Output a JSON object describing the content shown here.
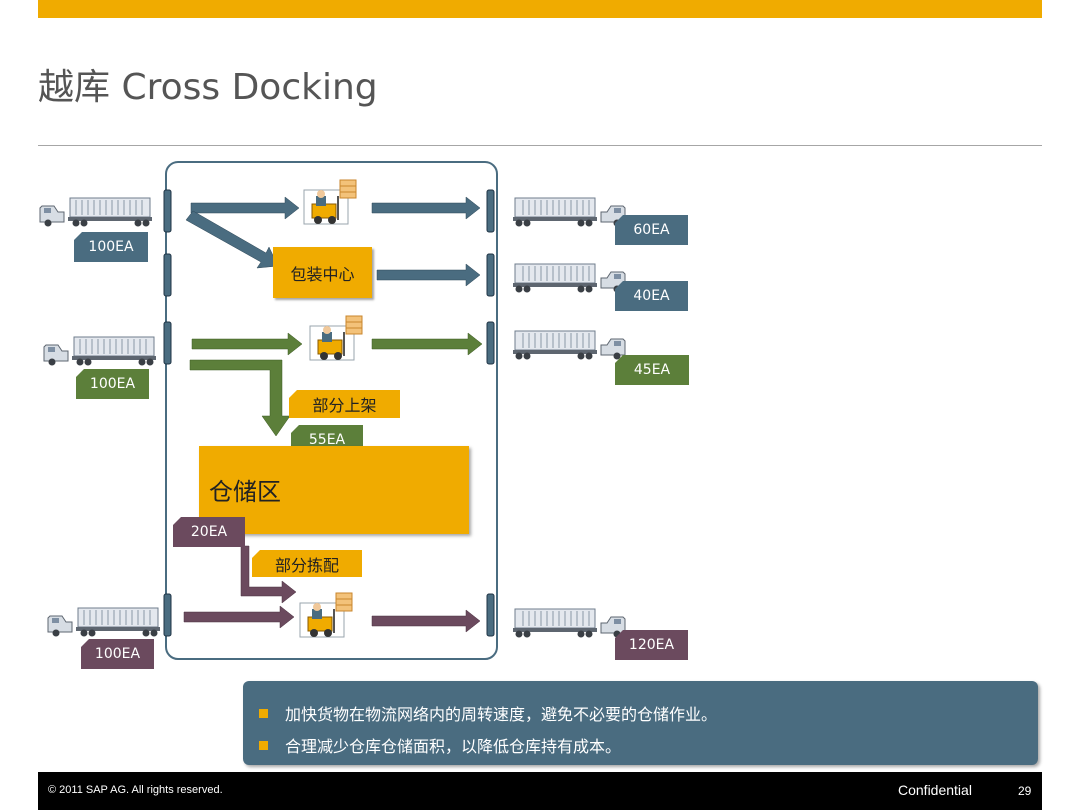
{
  "title": "越库 Cross Docking",
  "colors": {
    "accent": "#f0ab00",
    "blue": "#4a6c80",
    "green": "#5c7f3a",
    "purple": "#6b4a5e"
  },
  "inbound": [
    {
      "quantity": "100EA",
      "color": "blue"
    },
    {
      "quantity": "100EA",
      "color": "green"
    },
    {
      "quantity": "100EA",
      "color": "purple"
    }
  ],
  "outbound": [
    {
      "quantity": "60EA",
      "color": "blue"
    },
    {
      "quantity": "40EA",
      "color": "blue"
    },
    {
      "quantity": "45EA",
      "color": "green"
    },
    {
      "quantity": "120EA",
      "color": "purple"
    }
  ],
  "process": {
    "packing_center": "包装中心",
    "partial_putaway": "部分上架",
    "putaway_qty": "55EA",
    "storage_area": "仓储区",
    "pick_qty": "20EA",
    "partial_picking": "部分拣配"
  },
  "icons": [
    "truck-icon",
    "forklift-icon",
    "rack-icon",
    "dock-door-icon",
    "arrow-icon"
  ],
  "bullets": [
    "加快货物在物流网络内的周转速度，避免不必要的仓储作业。",
    "合理减少仓库仓储面积，以降低仓库持有成本。"
  ],
  "footer": {
    "copyright": "© 2011 SAP AG. All rights reserved.",
    "confidential": "Confidential",
    "page_number": "29"
  }
}
